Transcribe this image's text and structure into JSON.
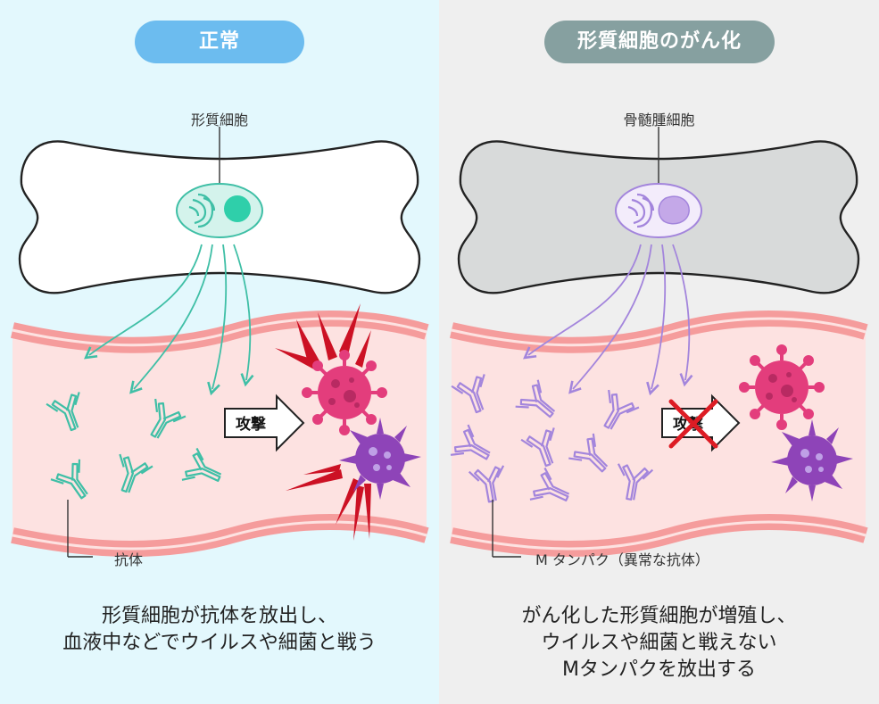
{
  "left": {
    "heading": "正常",
    "cell_label": "形質細胞",
    "antibody_label": "抗体",
    "attack_label": "攻撃",
    "caption_lines": [
      "形質細胞が抗体を放出し、",
      "血液中などでウイルスや細菌と戦う"
    ],
    "colors": {
      "panel_bg": "#e3f8fd",
      "pill": "#6cbcef",
      "antibody": "#3fbfa6",
      "virus": "#e33d7c",
      "bacterium": "#8e44b8",
      "burst": "#cc1124"
    }
  },
  "right": {
    "heading": "形質細胞のがん化",
    "cell_label": "骨髄腫細胞",
    "antibody_label": "M タンパク（異常な抗体）",
    "attack_label": "攻撃",
    "caption_lines": [
      "がん化した形質細胞が増殖し、",
      "ウイルスや細菌と戦えない",
      "Mタンパクを放出する"
    ],
    "colors": {
      "panel_bg": "#efefef",
      "pill": "#86a0a0",
      "antibody": "#a385dc",
      "cross": "#dd1c24"
    }
  }
}
